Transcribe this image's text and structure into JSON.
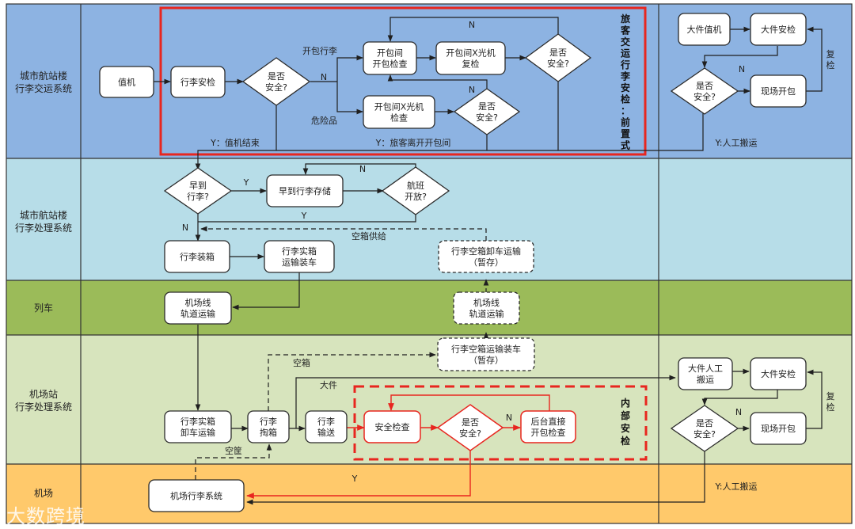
{
  "colors": {
    "lane1_bg": "#8db3e2",
    "lane2_bg": "#b7dde8",
    "lane3_bg": "#9bbb59",
    "lane4_bg": "#d7e4bd",
    "lane5_bg": "#ffc96b",
    "highlight_red": "#e8261f",
    "line": "#1f1f1f"
  },
  "lanes": [
    {
      "label": "城市航站楼\n行李交运系统"
    },
    {
      "label": "城市航站楼\n行李处理系统"
    },
    {
      "label": "列车"
    },
    {
      "label": "机场站\n行李处理系统"
    },
    {
      "label": "机场"
    }
  ],
  "nodes": {
    "checkin": "值机",
    "baggage_screening": "行李安检",
    "safe_q1": "是否\n安全?",
    "open_check": "开包间\n开包检查",
    "xray_recheck": "开包间X光机\n复检",
    "safe_q2": "是否\n安全?",
    "xray_check": "开包间X光机\n检查",
    "safe_q3": "是否\n安全?",
    "oversize_checkin": "大件值机",
    "oversize_screen_top": "大件安检",
    "safe_q_top_right": "是否\n安全?",
    "onsite_open_top": "现场开包",
    "early_q": "早到\n行李?",
    "early_storage": "早到行李存储",
    "flight_open_q": "航班\n开放?",
    "packing": "行李装箱",
    "full_container_load": "行李实箱\n运输装车",
    "empty_container_unload": "行李空箱卸车运输\n（暂存）",
    "rail_transport_out": "机场线\n轨道运输",
    "rail_transport_back": "机场线\n轨道运输",
    "empty_container_load": "行李空箱运输装车\n（暂存）",
    "full_container_unload": "行李实箱\n卸车运输",
    "unpacking": "行李\n掏箱",
    "conveying": "行李\n输送",
    "security_check": "安全检查",
    "safe_q_internal": "是否\n安全?",
    "backend_open_check": "后台直接\n开包检查",
    "oversize_manual": "大件人工\n搬运",
    "oversize_screen_bottom": "大件安检",
    "safe_q_bottom_right": "是否\n安全?",
    "onsite_open_bottom": "现场开包",
    "airport_baggage_system": "机场行李系统"
  },
  "edge_labels": {
    "n": "N",
    "y": "Y",
    "open_bag": "开包行李",
    "dangerous": "危险品",
    "y_checkin_end": "Y：值机结束",
    "y_leave_room": "Y：旅客离开开包间",
    "y_manual_top": "Y:人工搬运",
    "y_manual_bottom": "Y:人工搬运",
    "recheck": "复\n检",
    "empty_supply": "空箱供给",
    "empty_box": "空箱",
    "oversize": "大件",
    "empty_basket": "空筐"
  },
  "group_titles": {
    "front_security": "旅客交运行李安检：前置式",
    "internal_security": "内部安检"
  },
  "watermark": "大数跨境"
}
